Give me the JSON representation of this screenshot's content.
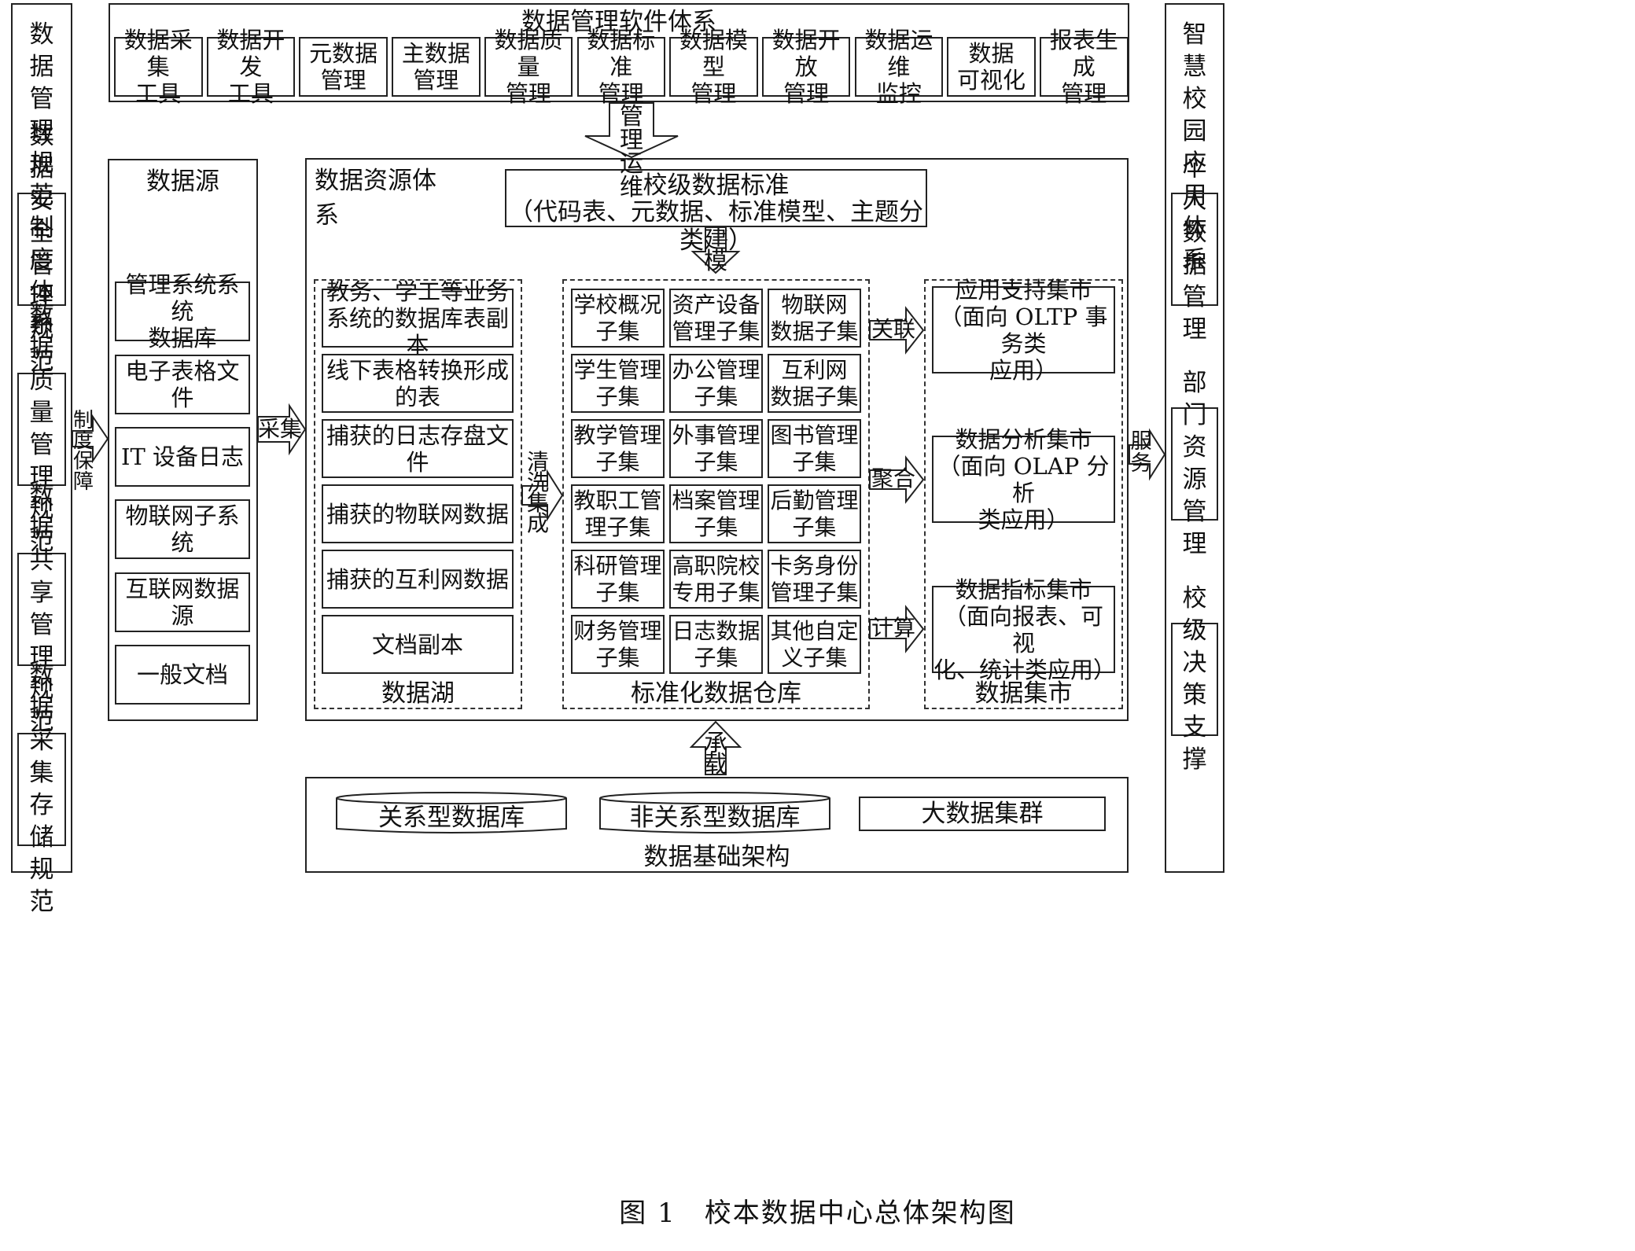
{
  "left_column": {
    "items": [
      "数据管理规范制度体系",
      "数据安全管理规范",
      "数据质量管理规范",
      "数据共享管理规范",
      "数据采集存储规范"
    ]
  },
  "right_column": {
    "items": [
      "智慧校园应用体系",
      "个人数据管理",
      "部门资源管理",
      "校级决策支撑"
    ]
  },
  "software": {
    "title": "数据管理软件体系",
    "tools": [
      "数据采集\n工具",
      "数据开发\n工具",
      "元数据\n管理",
      "主数据\n管理",
      "数据质量\n管理",
      "数据标准\n管理",
      "数据模型\n管理",
      "数据开放\n管理",
      "数据运维\n监控",
      "数据\n可视化",
      "报表生成\n管理"
    ]
  },
  "arrows": {
    "manage": "管理运维",
    "institution": "制度保障",
    "collect": "采集",
    "clean": "清洗集成",
    "model": "建模",
    "associate": "关联",
    "aggregate": "聚合",
    "compute": "计算",
    "serve": "服务",
    "carry": "承载"
  },
  "data_source": {
    "title": "数据源",
    "items": [
      "管理系统系统\n数据库",
      "电子表格文件",
      "IT 设备日志",
      "物联网子系统",
      "互联网数据源",
      "一般文档"
    ]
  },
  "resource": {
    "title": "数据资源体系",
    "standard": {
      "line1": "校级数据标准",
      "line2": "（代码表、元数据、标准模型、主题分类等）"
    },
    "lake": {
      "label": "数据湖",
      "items": [
        "教务、学工等业务\n系统的数据库表副本",
        "线下表格转换形成\n的表",
        "捕获的日志存盘文件",
        "捕获的物联网数据",
        "捕获的互利网数据",
        "文档副本"
      ]
    },
    "warehouse": {
      "label": "标准化数据仓库",
      "items": [
        "学校概况\n子集",
        "资产设备\n管理子集",
        "物联网\n数据子集",
        "学生管理\n子集",
        "办公管理\n子集",
        "互利网\n数据子集",
        "教学管理\n子集",
        "外事管理\n子集",
        "图书管理\n子集",
        "教职工管\n理子集",
        "档案管理\n子集",
        "后勤管理\n子集",
        "科研管理\n子集",
        "高职院校\n专用子集",
        "卡务身份\n管理子集",
        "财务管理\n子集",
        "日志数据\n子集",
        "其他自定\n义子集"
      ]
    },
    "marts": {
      "label": "数据集市",
      "items": [
        "应用支持集市\n（面向 OLTP 事务类\n应用）",
        "数据分析集市\n（面向 OLAP 分析\n类应用）",
        "数据指标集市\n（面向报表、可视\n化、统计类应用）"
      ]
    }
  },
  "infrastructure": {
    "label": "数据基础架构",
    "items": [
      "关系型数据库",
      "非关系型数据库",
      "大数据集群"
    ]
  },
  "caption": "图 1　校本数据中心总体架构图"
}
